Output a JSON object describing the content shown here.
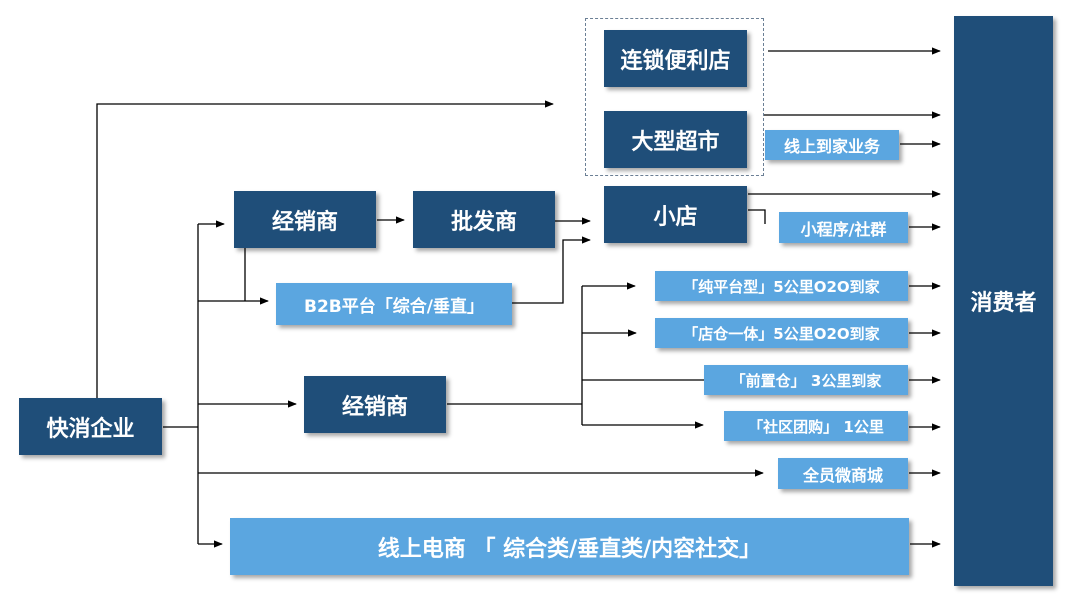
{
  "diagram": {
    "colors": {
      "dark": "#1f4e79",
      "light": "#5ba6e0",
      "line": "#000000",
      "group_border": "#6b7f95"
    },
    "source": "快消企业",
    "consumer": "消费者",
    "nodes": {
      "chain_store": "连锁便利店",
      "supermarket": "大型超市",
      "online_home": "线上到家业务",
      "distributor_top": "经销商",
      "wholesaler": "批发商",
      "small_shop": "小店",
      "miniprogram": "小程序/社群",
      "b2b": "B2B平台「综合/垂直」",
      "distributor_mid": "经销商",
      "platform_o2o": "「纯平台型」5公里O2O到家",
      "store_warehouse": "「店仓一体」5公里O2O到家",
      "front_warehouse": "「前置仓」 3公里到家",
      "community_group": "「社区团购」 1公里",
      "staff_microstore": "全员微商城",
      "ecommerce": "线上电商 「 综合类/垂直类/内容社交」"
    }
  }
}
